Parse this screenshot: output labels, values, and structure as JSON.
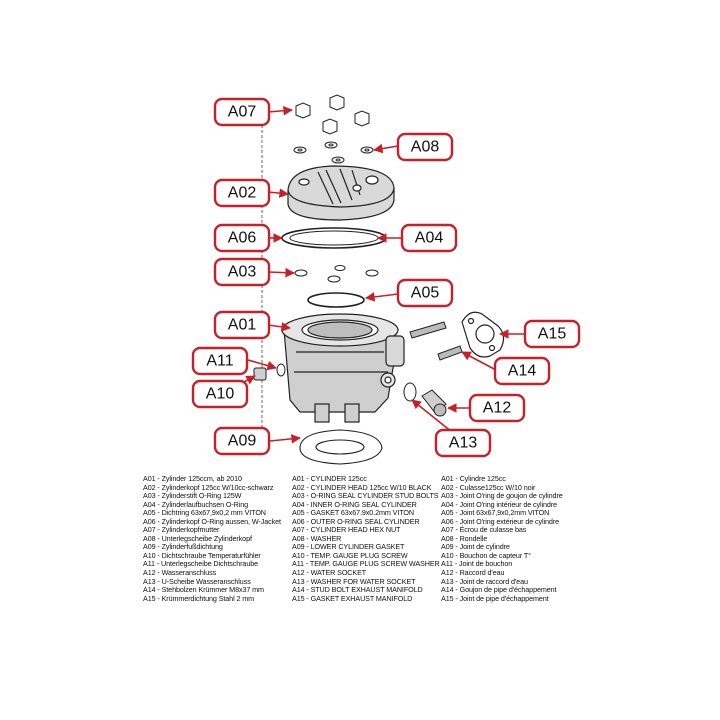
{
  "callouts": {
    "A07": "A07",
    "A08": "A08",
    "A02": "A02",
    "A06": "A06",
    "A04": "A04",
    "A03": "A03",
    "A05": "A05",
    "A01": "A01",
    "A15": "A15",
    "A11": "A11",
    "A14": "A14",
    "A10": "A10",
    "A12": "A12",
    "A13": "A13",
    "A09": "A09"
  },
  "colors": {
    "callout_border": "#c8202a",
    "arrow": "#c8202a",
    "line": "#222222"
  },
  "legend": {
    "de": [
      "A01 - Zylinder 125ccm, ab 2010",
      "A02 - Zylinderkopf 125cc W/10cc-schwarz",
      "A03 - Zylinderstift O-Ring 125W",
      "A04 - Zylinderlaufbuchsen O-Ring",
      "A05 - Dichtring 63x67,9x0,2 mm VITON",
      "A06 - Zylinderkopf O-Ring aussen, W-Jacket",
      "A07 - Zylinderkopfmutter",
      "A08 - Unterlegscheibe Zylinderkopf",
      "A09 - Zylinderfußdichtung",
      "A10 - Dichtschraube Temperaturfühler",
      "A11 - Unterlegscheibe Dichtschraube",
      "A12 - Wasseranschluss",
      "A13 - U-Scheibe Wasseranschluss",
      "A14 - Stehbolzen Krümmer M8x37 mm",
      "A15 - Krümmerdichtung Stahl 2 mm"
    ],
    "en": [
      "A01 - CYLINDER 125cc",
      "A02 - CYLINDER HEAD 125cc W/10 BLACK",
      "A03 - O-RING SEAL CYLINDER STUD BOLTS",
      "A04 - INNER O-RING SEAL CYLINDER",
      "A05 - GASKET 63x67.9x0.2mm VITON",
      "A06 - OUTER O-RING SEAL CYLINDER",
      "A07 - CYLINDER HEAD HEX NUT",
      "A08 - WASHER",
      "A09 - LOWER CYLINDER GASKET",
      "A10 - TEMP. GAUGE PLUG SCREW",
      "A11 - TEMP. GAUGE PLUG SCREW WASHER",
      "A12 - WATER SOCKET",
      "A13 - WASHER FOR WATER SOCKET",
      "A14 - STUD BOLT EXHAUST MANIFOLD",
      "A15 - GASKET EXHAUST MANIFOLD"
    ],
    "fr": [
      "A01 - Cylindre 125cc",
      "A02 - Culasse125cc W/10 noir",
      "A03 - Joint O'ring de goujon de cylindre",
      "A04 - Joint O'ring intérieur de cylindre",
      "A05 - Joint 63x67,9x0,2mm VITON",
      "A06 - Joint O'ring extérieur de cylindre",
      "A07 - Écrou de culasse bas",
      "A08 - Rondelle",
      "A09 - Joint de cylindre",
      "A10 - Bouchon de capteur T°",
      "A11 - Joint de bouchon",
      "A12 - Raccord d'eau",
      "A13 - Joint de raccord d'eau",
      "A14 - Goujon de pipe d'échappement",
      "A15 - Joint de pipe d'échappement"
    ]
  }
}
